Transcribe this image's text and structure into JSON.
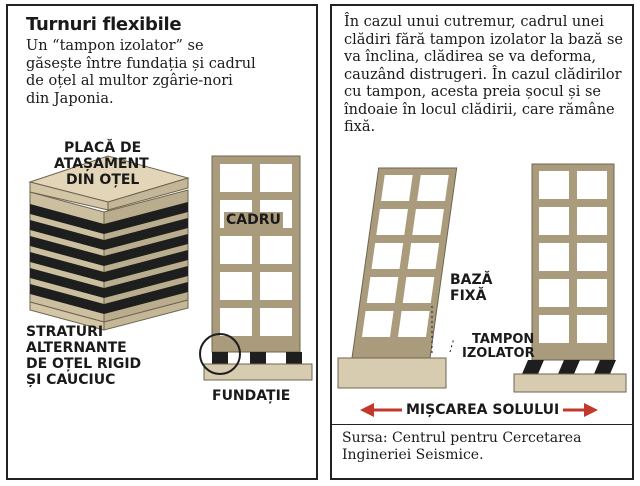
{
  "left_panel": {
    "title": "Turnuri flexibile",
    "intro": "Un “tampon izolator” se găsește între fundația și cadrul de oțel al multor zgârie-nori din Japonia.",
    "label_plate_1": "PLACĂ DE",
    "label_plate_2": "ATAȘAMENT",
    "label_plate_3": "DIN OȚEL",
    "label_frame": "CADRU",
    "label_layers_1": "STRATURI",
    "label_layers_2": "ALTERNANTE",
    "label_layers_3": "DE OȚEL RIGID",
    "label_layers_4": "ȘI CAUCIUC",
    "label_foundation": "FUNDAȚIE"
  },
  "right_panel": {
    "text": "În cazul unui cutremur, cadrul unei clădiri fără tampon izolator la bază se va înclina, clădirea se va deforma, cauzând distrugeri. În cazul clădirilor cu tampon, acesta preia șocul și se îndoaie în locul clădirii, care rămâne fixă.",
    "label_fixed_base_1": "BAZĂ",
    "label_fixed_base_2": "FIXĂ",
    "label_pad_1": "TAMPON",
    "label_pad_2": "IZOLATOR",
    "label_ground_motion": "MIȘCAREA SOLULUI",
    "source": "Sursa: Centrul pentru Cercetarea Ingineriei Seismice."
  },
  "colors": {
    "frame": "#a99b7c",
    "frame_outline": "#6e6450",
    "window": "#ffffff",
    "foundation": "#d8ccb0",
    "pad_dark": "#1e1e1e",
    "plate": "#e3d6b8",
    "arrow": "#c0392b"
  }
}
